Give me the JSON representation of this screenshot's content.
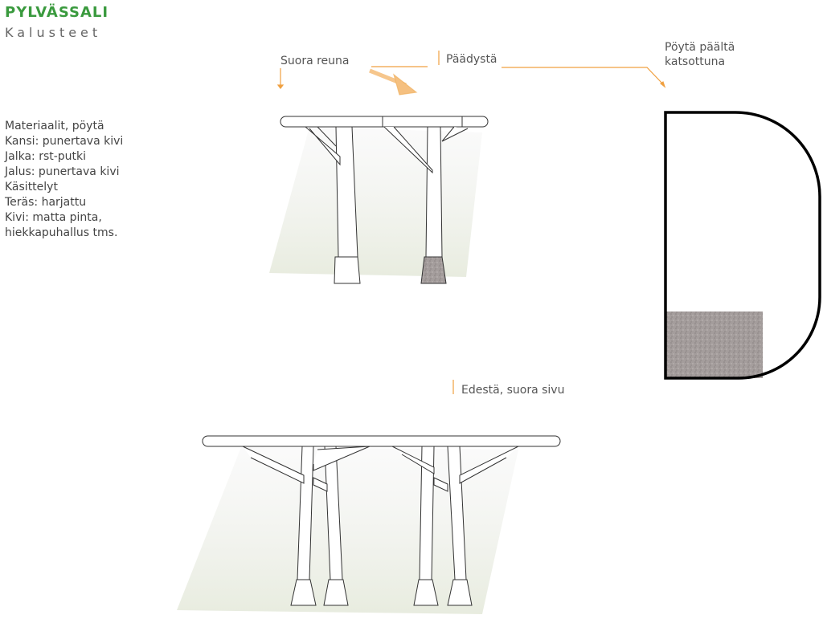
{
  "header": {
    "title": "PYLVÄSSALI",
    "subtitle": "Kalusteet"
  },
  "materials": [
    "Materiaalit, pöytä",
    "Kansi: punertava kivi",
    "Jalka: rst-putki",
    "Jalus: punertava kivi",
    "Käsittelyt",
    "Teräs:  harjattu",
    "Kivi: matta pinta,",
    "hiekkapuhallus tms."
  ],
  "labels": {
    "straight_edge": "Suora reuna",
    "from_end": "Päädystä",
    "top_view_1": "Pöytä päältä",
    "top_view_2": "katsottuna",
    "front_view": "Edestä, suora sivu"
  },
  "colors": {
    "accent": "#f0a040",
    "title": "#3a9a3e",
    "stone": "#a09a9a"
  }
}
